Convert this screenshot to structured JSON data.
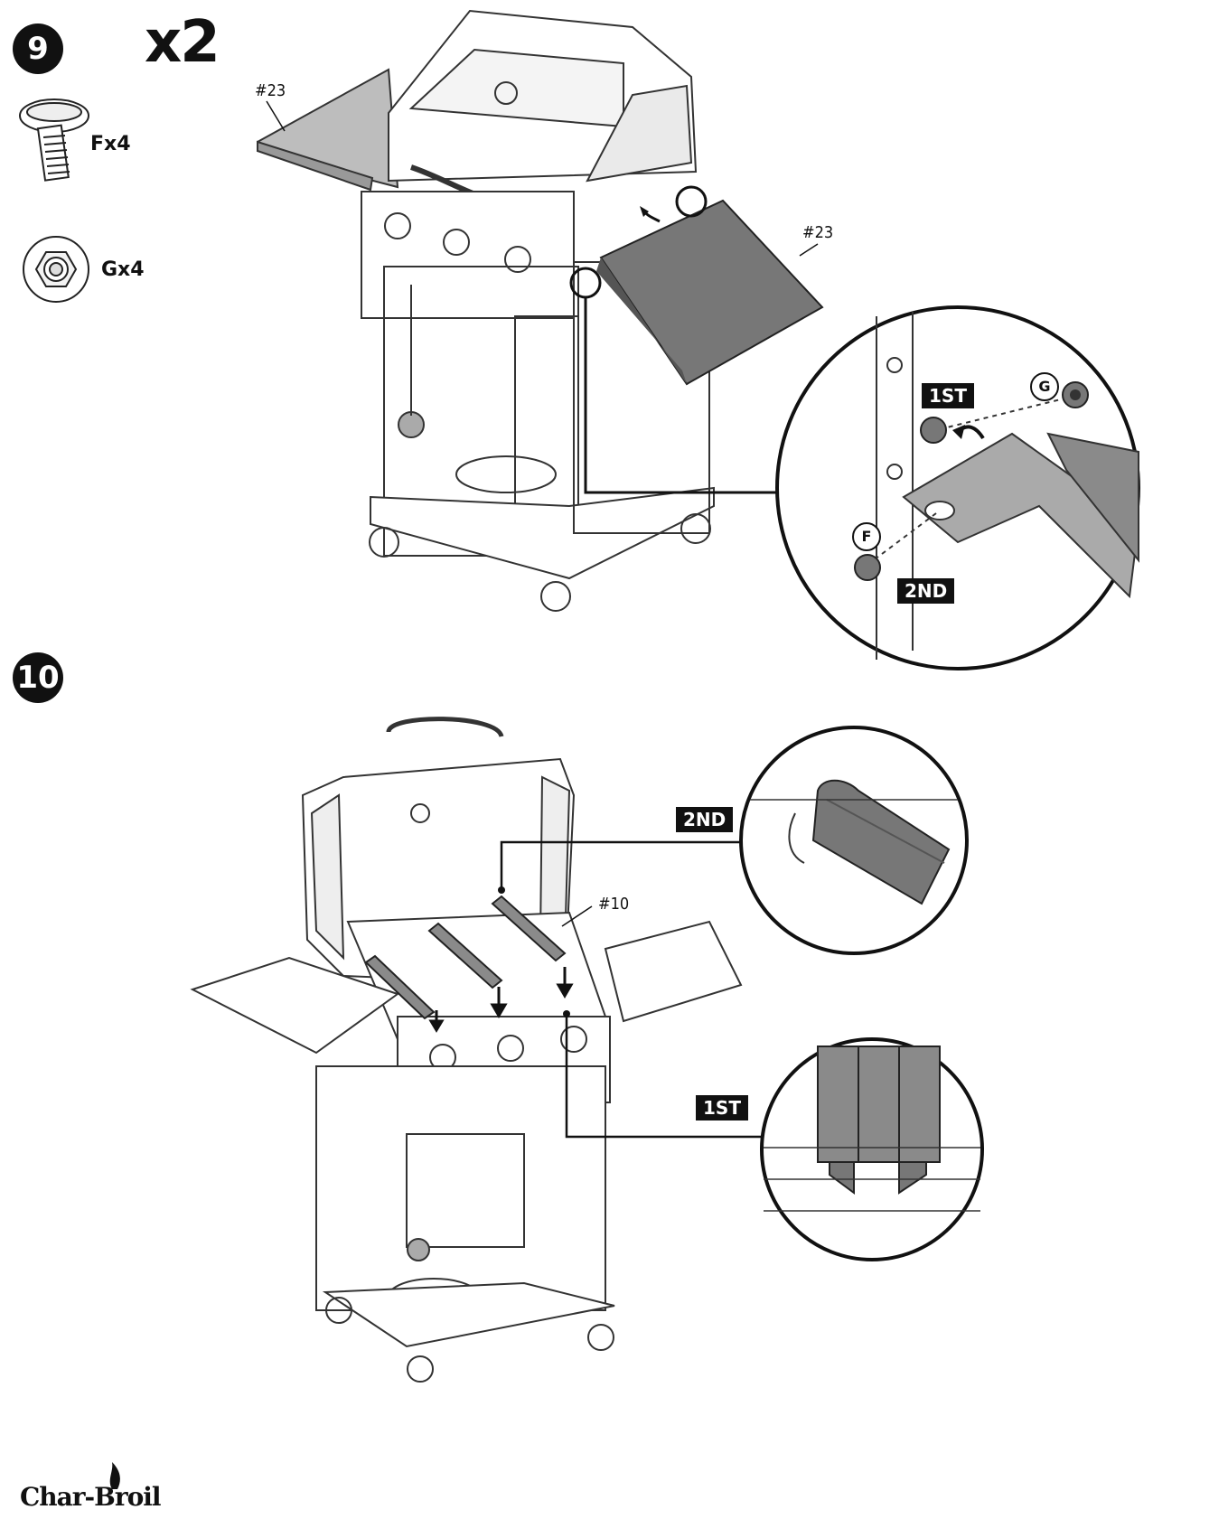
{
  "step9": {
    "number": "9",
    "quantity": "x2",
    "parts": [
      {
        "label": "Fx4",
        "icon": "bolt-icon"
      },
      {
        "label": "Gx4",
        "icon": "nut-icon"
      }
    ],
    "refs": [
      "#23",
      "#23"
    ],
    "detail": {
      "tags": [
        "1ST",
        "2ND"
      ],
      "letters": [
        "G",
        "F"
      ]
    }
  },
  "step10": {
    "number": "10",
    "ref": "#10",
    "tags": [
      "2ND",
      "1ST"
    ]
  },
  "brand": "Char-Broil"
}
